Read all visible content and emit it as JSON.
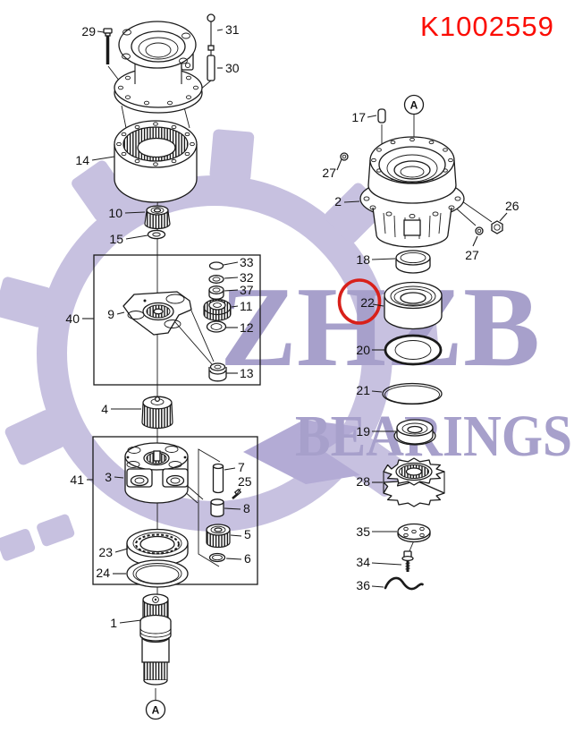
{
  "title": "K1002559",
  "watermark": {
    "line1": "ZHZB",
    "line2": "BEARINGS"
  },
  "view_labels": {
    "top": "A",
    "bottom": "A"
  },
  "highlighted_part": "22",
  "colors": {
    "accent_red": "#fb0d05",
    "highlight_circle": "#d8201a",
    "watermark_text": "#a7a0cb",
    "watermark_gear": "#c7c1e0",
    "watermark_swoosh": "#b3abd5",
    "line": "#1a1a1a"
  },
  "callouts": {
    "1": "1",
    "2": "2",
    "3": "3",
    "4": "4",
    "5": "5",
    "6": "6",
    "7": "7",
    "8": "8",
    "9": "9",
    "10": "10",
    "11": "11",
    "12": "12",
    "13": "13",
    "14": "14",
    "15": "15",
    "17": "17",
    "18": "18",
    "19": "19",
    "20": "20",
    "21": "21",
    "22": "22",
    "23": "23",
    "24": "24",
    "25": "25",
    "26": "26",
    "27": "27",
    "28": "28",
    "29": "29",
    "30": "30",
    "31": "31",
    "32": "32",
    "33": "33",
    "34": "34",
    "35": "35",
    "36": "36",
    "37": "37",
    "40": "40",
    "41": "41"
  }
}
